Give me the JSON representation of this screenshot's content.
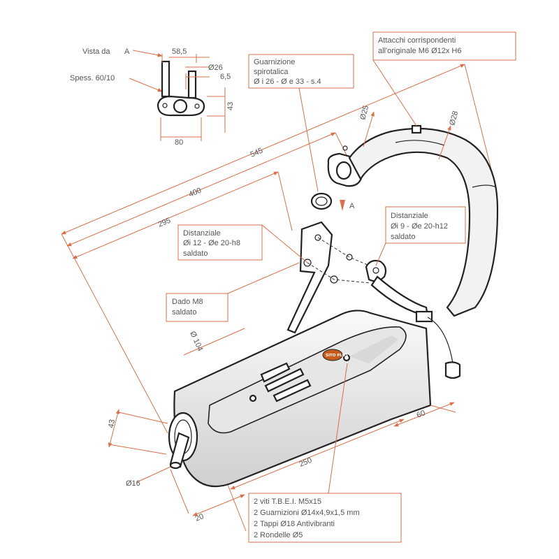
{
  "top_view": {
    "view_label": "Vista da",
    "view_letter": "A",
    "thickness_label": "Spess. 60/10",
    "dims": {
      "d1": "58,5",
      "d2": "Ø26",
      "d3": "6,5",
      "d4": "43",
      "d5": "80"
    }
  },
  "callouts": {
    "gasket": [
      "Guarnizione",
      "spirotalica",
      "Ø i 26 - Ø e 33 - s.4"
    ],
    "mounts": [
      "Attacchi corrispondenti",
      "all'originale M6 Ø12x H6"
    ],
    "spacer_left": [
      "Distanziale",
      "Øi 12 - Øe 20-h8",
      "saldato"
    ],
    "spacer_right": [
      "Distanziale",
      "Øi 9 - Øe 20-h12",
      "saldato"
    ],
    "nut": [
      "Dado M8",
      "saldato"
    ],
    "kit": [
      "2 viti T.B.E.I. M5x15",
      "2 Guarnizioni Ø14x4,9x1,5 mm",
      "2 Tappi Ø18 Antivibranti",
      "2 Rondelle Ø5"
    ]
  },
  "dimensions": {
    "d545": "545",
    "d400": "400",
    "d295": "295",
    "pipe25": "Ø25",
    "pipe28": "Ø28",
    "dia104": "Ø 104",
    "d43": "43",
    "d16": "Ø16",
    "d20": "20",
    "d250": "250",
    "d60": "60"
  },
  "arrow_label": "A",
  "logo_text": "SITO PLUS",
  "colors": {
    "dimension_lines": "#d9704a",
    "outline": "#222222",
    "text": "#555555"
  }
}
